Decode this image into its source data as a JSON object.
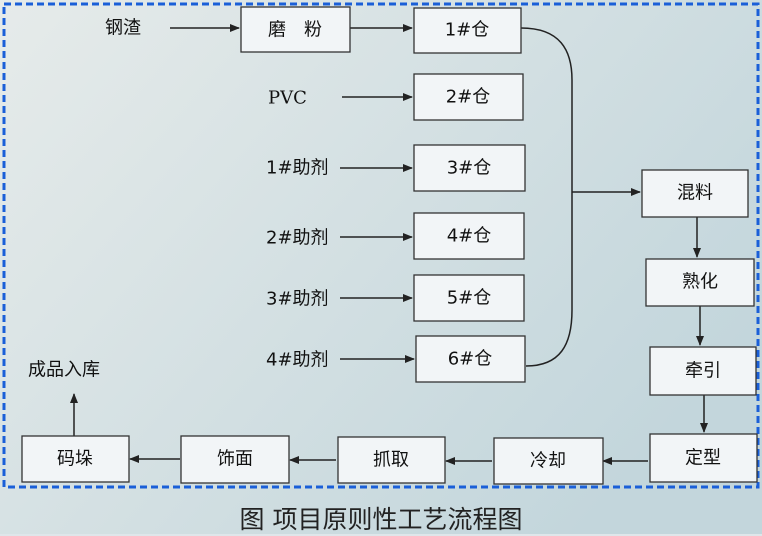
{
  "caption": "图 项目原则性工艺流程图",
  "inputs": {
    "gangzha": "钢渣",
    "pvc": "PVC",
    "zhuji1": "1#助剂",
    "zhuji2": "2#助剂",
    "zhuji3": "3#助剂",
    "zhuji4": "4#助剂"
  },
  "boxes": {
    "mofen": "磨　粉",
    "cang1": "1#仓",
    "cang2": "2#仓",
    "cang3": "3#仓",
    "cang4": "4#仓",
    "cang5": "5#仓",
    "cang6": "6#仓",
    "hunliao": "混料",
    "shuhua": "熟化",
    "qianyin": "牵引",
    "dingxing": "定型",
    "lengque": "冷却",
    "zhuaqu": "抓取",
    "shimian": "饰面",
    "maduo": "码垛"
  },
  "output": "成品入库",
  "colors": {
    "border": "#1a5fd8",
    "box_fill": "#f2f5f7",
    "line": "#222222"
  }
}
